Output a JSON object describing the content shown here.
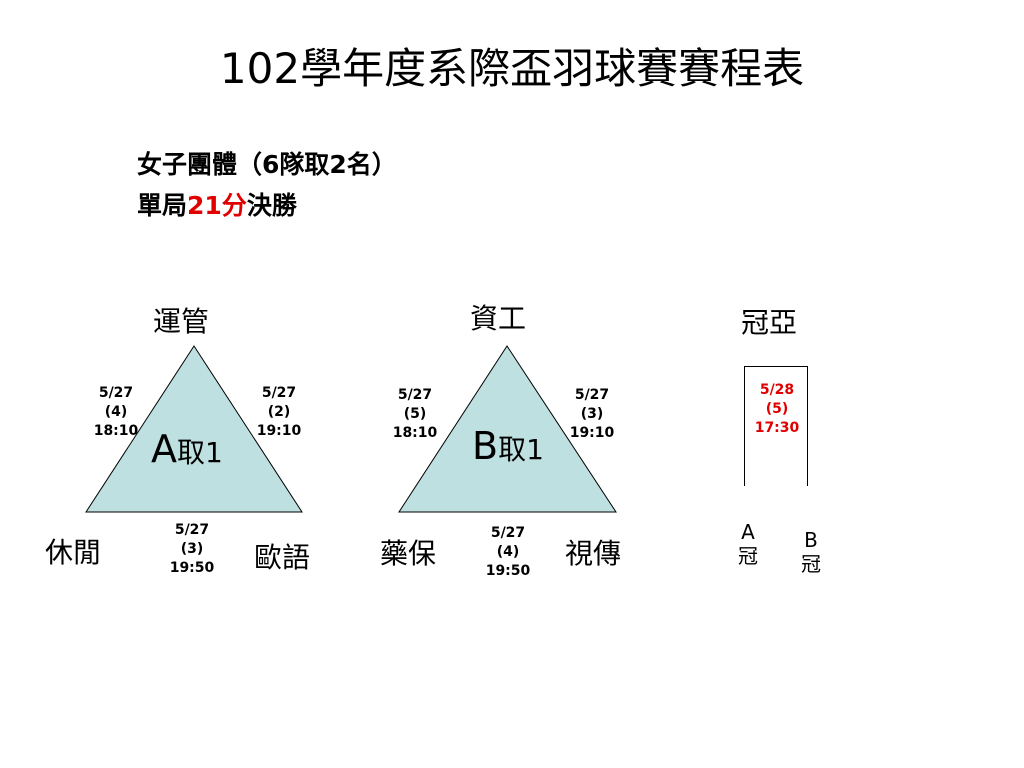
{
  "title": "102學年度系際盃羽球賽賽程表",
  "subtitle": {
    "line1": "女子團體（6隊取2名）",
    "line2_prefix": "單局",
    "line2_highlight": "21分",
    "line2_suffix": "決勝"
  },
  "groups": [
    {
      "top_team": "運管",
      "bottom_left_team": "休閒",
      "bottom_right_team": "歐語",
      "label_letter": "A",
      "label_suffix": "取1",
      "matches": {
        "left": {
          "date": "5/27",
          "number": "(4)",
          "time": "18:10"
        },
        "right": {
          "date": "5/27",
          "number": "(2)",
          "time": "19:10"
        },
        "bottom": {
          "date": "5/27",
          "number": "(3)",
          "time": "19:50"
        }
      }
    },
    {
      "top_team": "資工",
      "bottom_left_team": "藥保",
      "bottom_right_team": "視傳",
      "label_letter": "B",
      "label_suffix": "取1",
      "matches": {
        "left": {
          "date": "5/27",
          "number": "(5)",
          "time": "18:10"
        },
        "right": {
          "date": "5/27",
          "number": "(3)",
          "time": "19:10"
        },
        "bottom": {
          "date": "5/27",
          "number": "(4)",
          "time": "19:50"
        }
      }
    }
  ],
  "final": {
    "label": "冠亞",
    "match": {
      "date": "5/28",
      "number": "(5)",
      "time": "17:30"
    },
    "left_letter": "A",
    "left_text": "冠",
    "right_letter": "B",
    "right_text": "冠"
  },
  "colors": {
    "triangle_fill": "#bfe0e0",
    "triangle_stroke": "#000000",
    "highlight": "#e00000"
  }
}
